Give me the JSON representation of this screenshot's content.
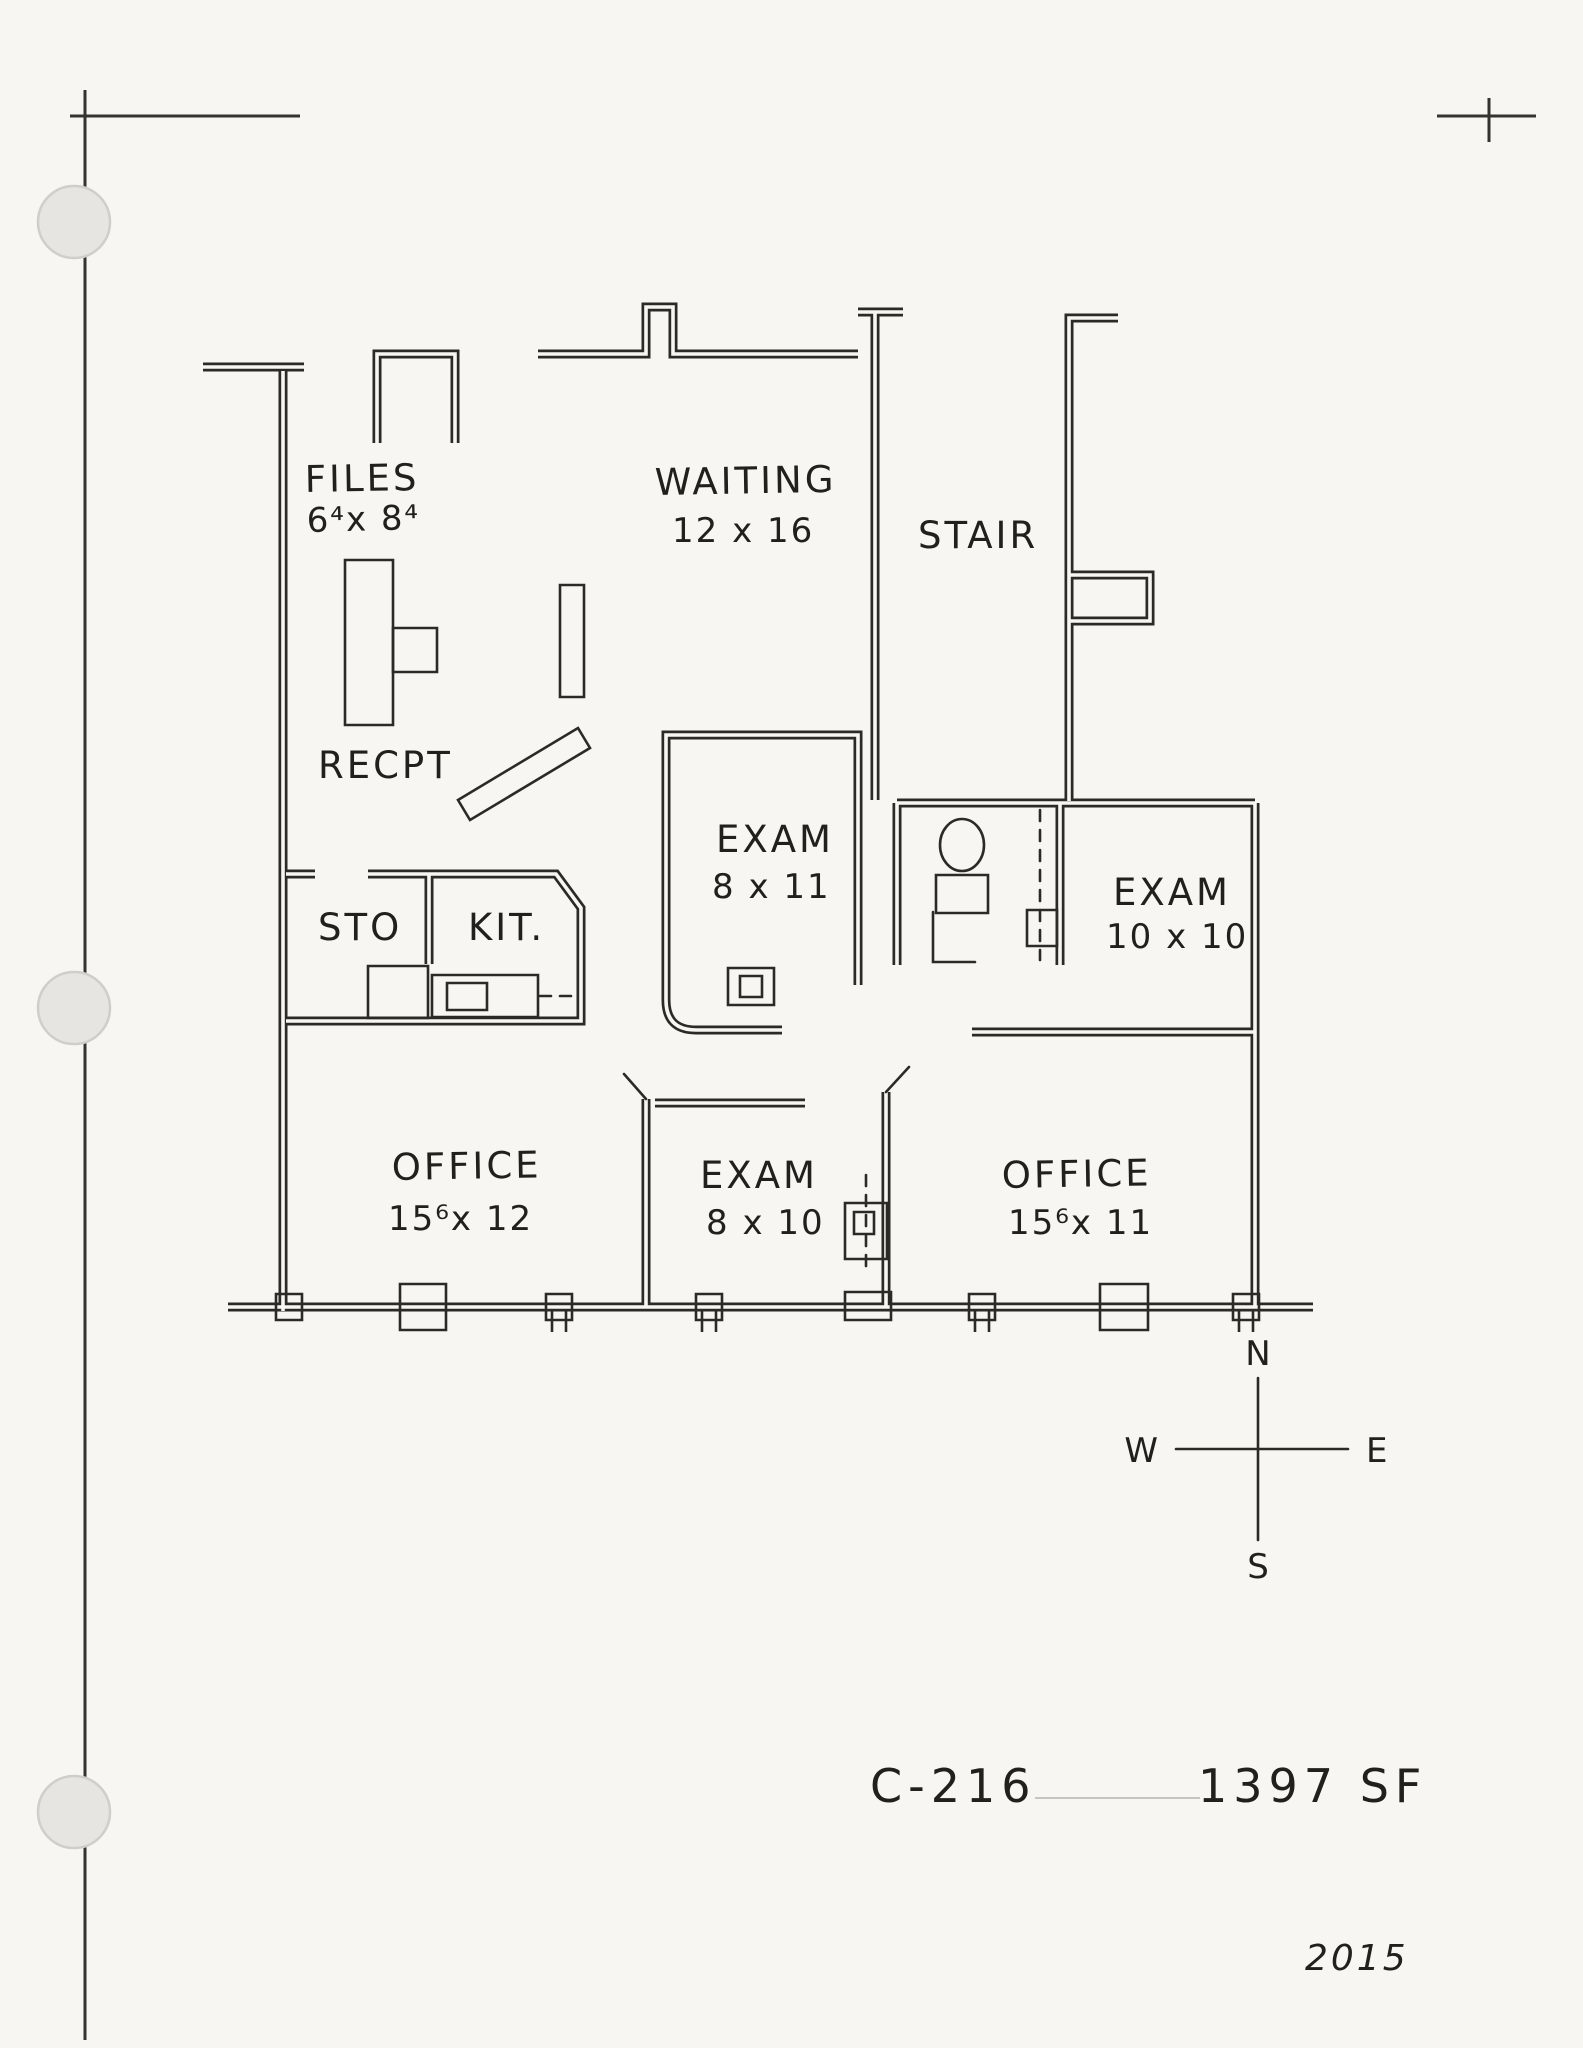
{
  "document": {
    "unit_number": "C-216",
    "area": "1397 SF",
    "year": "2015"
  },
  "rooms": {
    "files": {
      "name": "FILES",
      "dims": "6⁴x 8⁴"
    },
    "waiting": {
      "name": "WAITING",
      "dims": "12 x 16"
    },
    "stair": {
      "name": "STAIR"
    },
    "recpt": {
      "name": "RECPT"
    },
    "exam_a": {
      "name": "EXAM",
      "dims": "8 x 11"
    },
    "exam_b": {
      "name": "EXAM",
      "dims": "10 x 10"
    },
    "sto": {
      "name": "STO"
    },
    "kit": {
      "name": "KIT."
    },
    "office_a": {
      "name": "OFFICE",
      "dims": "15⁶x 12"
    },
    "exam_c": {
      "name": "EXAM",
      "dims": "8 x 10"
    },
    "office_b": {
      "name": "OFFICE",
      "dims": "15⁶x 11"
    }
  },
  "compass": {
    "north": "N",
    "east": "E",
    "south": "S",
    "west": "W"
  },
  "colors": {
    "ink": "#2b2a27",
    "paper": "#f7f6f2"
  }
}
